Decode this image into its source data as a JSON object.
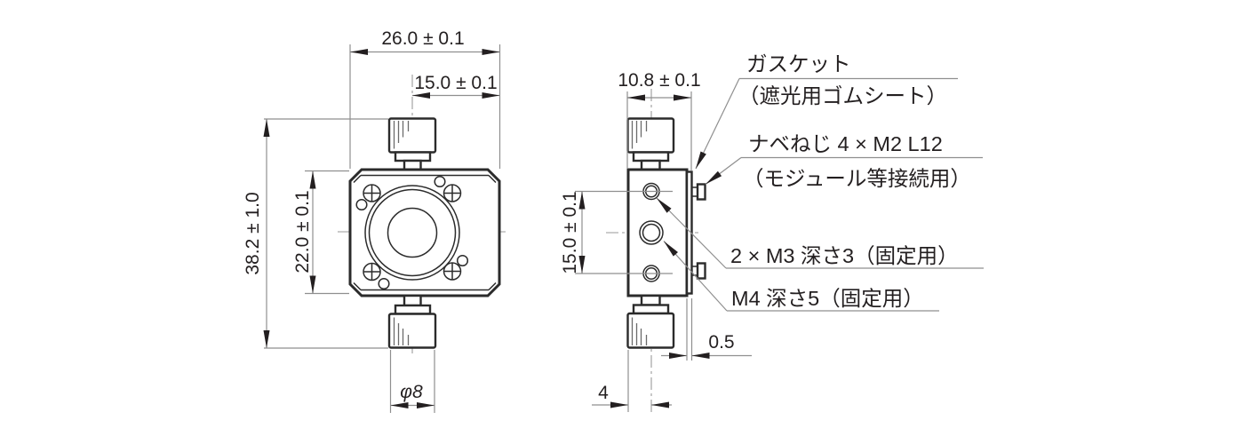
{
  "drawing": {
    "type": "technical-drawing",
    "views": {
      "front": "front-view",
      "side": "side-view"
    },
    "dimensions": {
      "front_width": "26.0 ± 0.1",
      "front_center_to_edge": "15.0 ± 0.1",
      "overall_height": "38.2 ± 1.0",
      "body_height": "22.0 ± 0.1",
      "knob_diameter": "φ8",
      "side_depth": "10.8 ± 0.1",
      "hole_pitch": "15.0 ± 0.1",
      "gasket_thickness": "0.5",
      "hole_offset": "4"
    },
    "callouts": {
      "gasket_line1": "ガスケット",
      "gasket_line2": "（遮光用ゴムシート）",
      "pan_screw_line1": "ナベねじ 4 × M2 L12",
      "pan_screw_line2": "（モジュール等接続用）",
      "m3_holes": "2 × M3 深さ3（固定用）",
      "m4_hole": "M4 深さ5（固定用）"
    },
    "colors": {
      "outline": "#2b2b2b",
      "dim_line": "#8f8f8f",
      "text": "#231f20",
      "background": "#ffffff"
    }
  }
}
